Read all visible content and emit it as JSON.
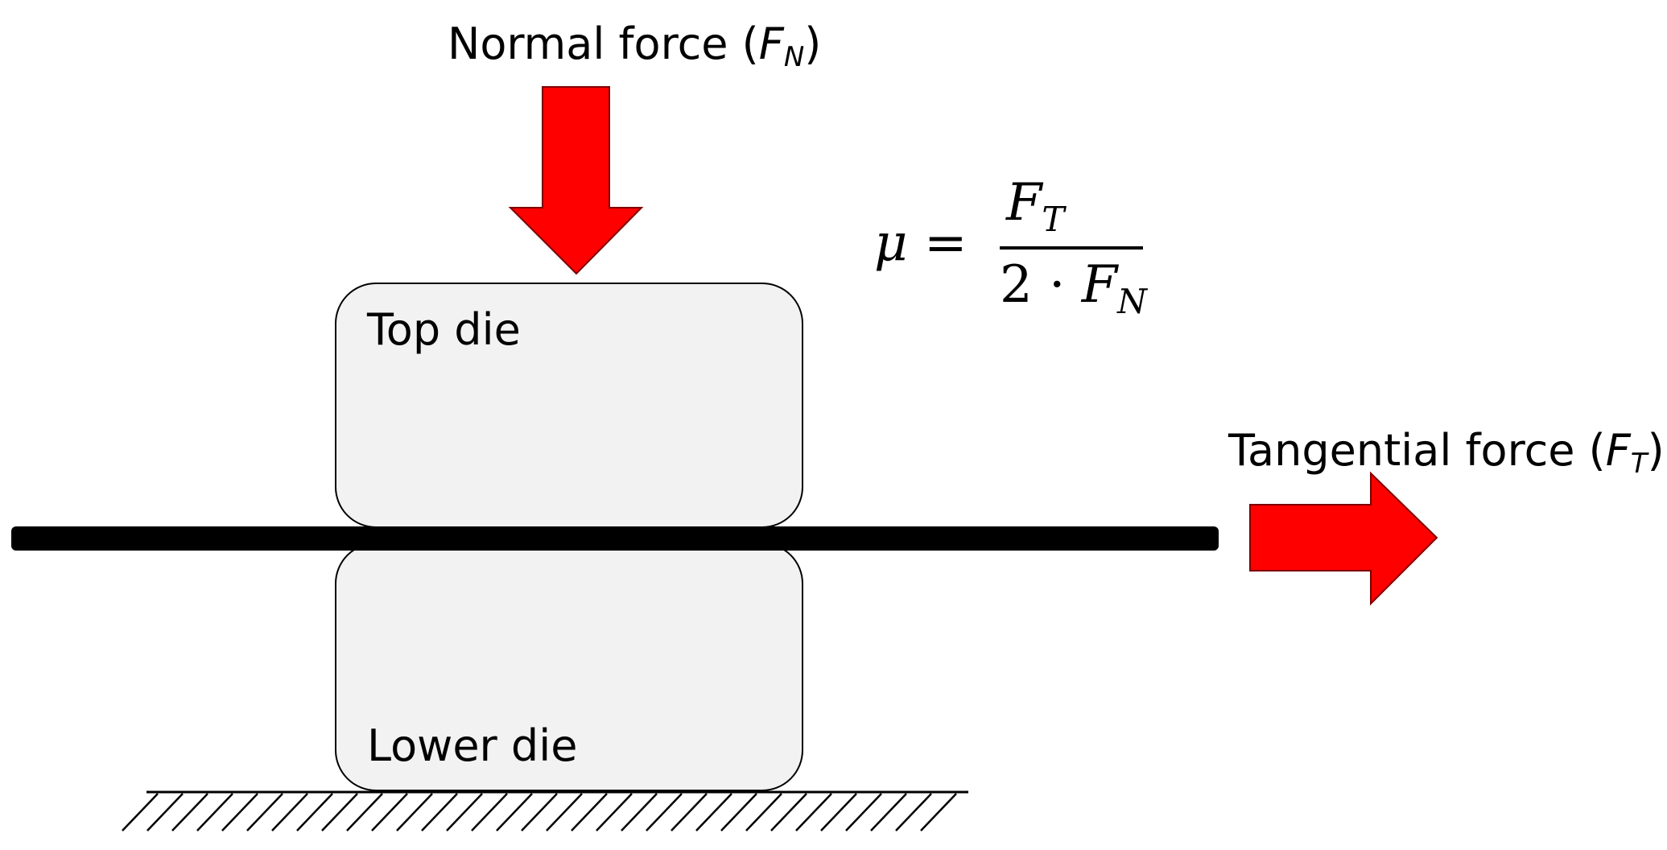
{
  "normal_force": {
    "label": "Normal force (",
    "symbol": "F",
    "subscript": "N",
    "close": ")",
    "arrow_color": "#ff0000"
  },
  "tangential_force": {
    "label": "Tangential force (",
    "symbol": "F",
    "subscript": "T",
    "close": ")",
    "arrow_color": "#ff0000"
  },
  "top_die": {
    "label": "Top die",
    "fill": "#f2f2f2"
  },
  "lower_die": {
    "label": "Lower die",
    "fill": "#f2f2f2"
  },
  "formula": {
    "lhs": "μ",
    "equals": "=",
    "numerator_symbol": "F",
    "numerator_subscript": "T",
    "denominator_coefficient": "2 · ",
    "denominator_symbol": "F",
    "denominator_subscript": "N"
  },
  "strip": {
    "color": "#000000"
  },
  "icons": {
    "normal": "arrow-down-icon",
    "tangential": "arrow-right-icon",
    "ground": "ground-hatch-icon"
  }
}
